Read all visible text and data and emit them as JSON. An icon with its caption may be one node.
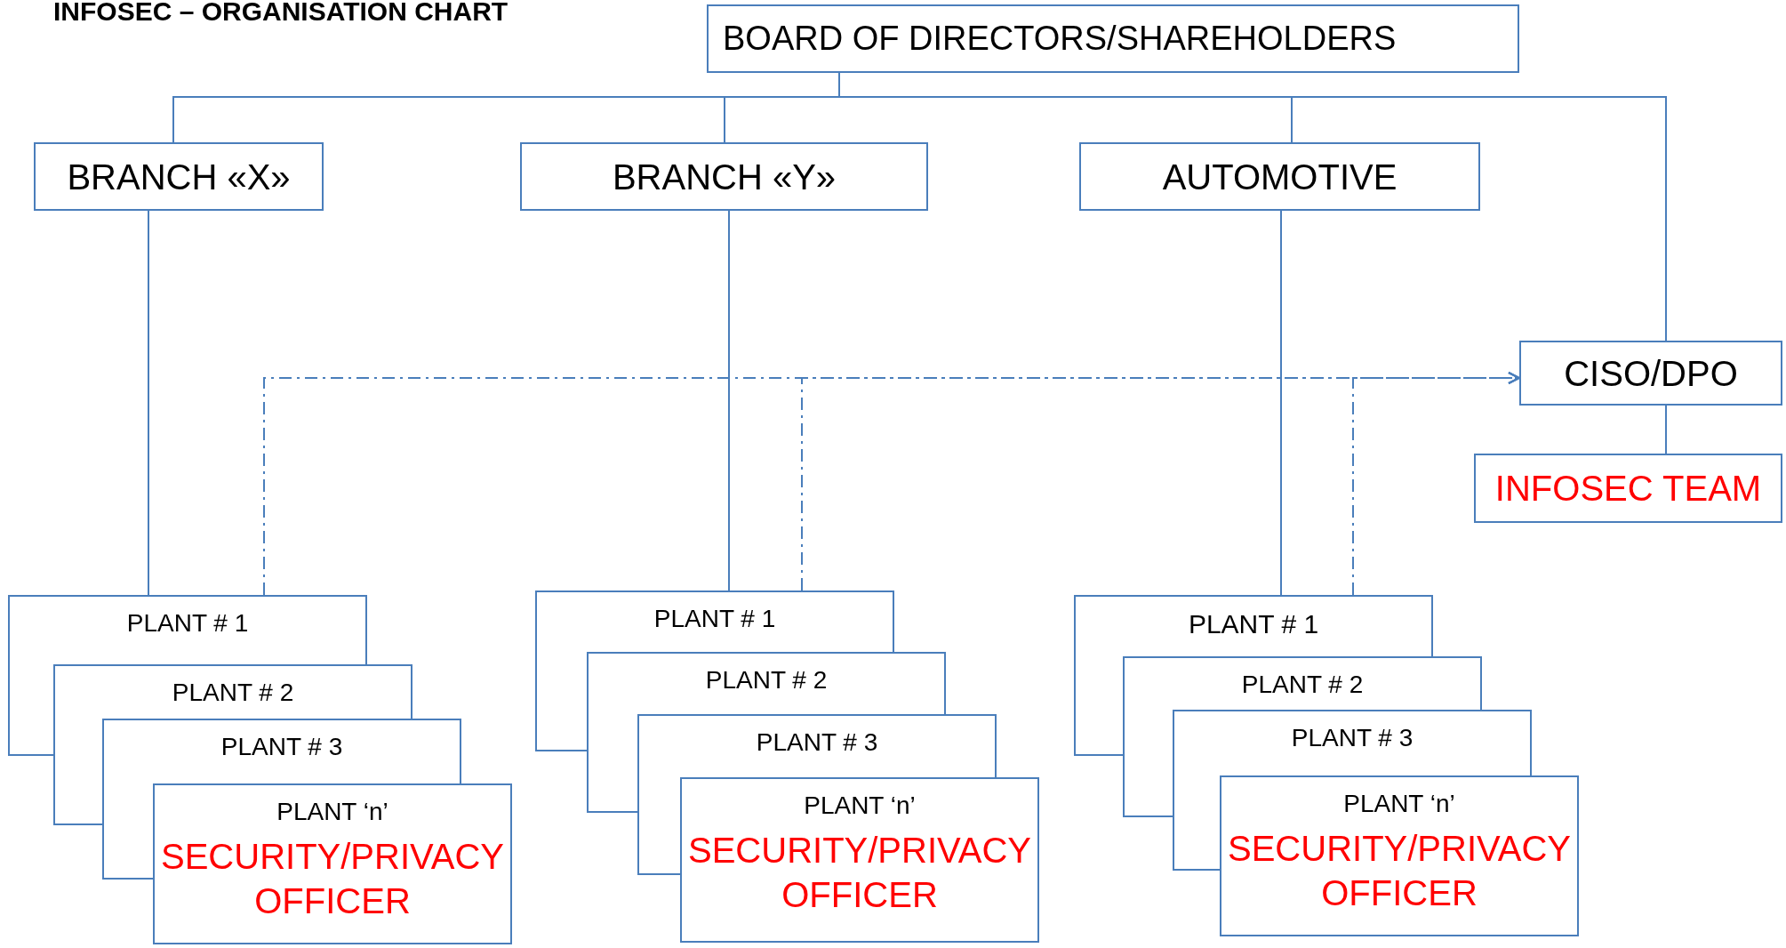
{
  "diagram": {
    "title": "INFOSEC – ORGANISATION CHART",
    "nodes": [
      {
        "text": [
          "BOARD OF DIRECTORS/SHAREHOLDERS"
        ]
      },
      {
        "text": [
          "BRANCH «X»"
        ]
      },
      {
        "text": [
          "BRANCH «Y»"
        ]
      },
      {
        "text": [
          "AUTOMOTIVE"
        ]
      },
      {
        "text": [
          "CISO/DPO"
        ]
      },
      {
        "text": [
          "INFOSEC TEAM"
        ]
      },
      {
        "text": [
          "PLANT # 1"
        ]
      },
      {
        "text": [
          "PLANT # 2"
        ]
      },
      {
        "text": [
          "PLANT # 3"
        ]
      },
      {
        "text": [
          "PLANT ‘n’",
          "SECURITY/PRIVACY OFFICER"
        ]
      },
      {
        "text": [
          "PLANT # 1"
        ]
      },
      {
        "text": [
          "PLANT # 2"
        ]
      },
      {
        "text": [
          "PLANT # 3"
        ]
      },
      {
        "text": [
          "PLANT ‘n’",
          "SECURITY/PRIVACY OFFICER"
        ]
      },
      {
        "text": [
          "PLANT # 1"
        ]
      },
      {
        "text": [
          "PLANT # 2"
        ]
      },
      {
        "text": [
          "PLANT # 3"
        ]
      },
      {
        "text": [
          "PLANT ‘n’",
          "SECURITY/PRIVACY OFFICER"
        ]
      }
    ],
    "edges": [
      {
        "from": 0,
        "to": 1,
        "arrow": "none"
      },
      {
        "from": 0,
        "to": 2,
        "arrow": "none"
      },
      {
        "from": 0,
        "to": 3,
        "arrow": "none"
      },
      {
        "from": 0,
        "to": 4,
        "arrow": "none"
      },
      {
        "from": 1,
        "to": 6,
        "arrow": "none"
      },
      {
        "from": 2,
        "to": 10,
        "arrow": "none"
      },
      {
        "from": 3,
        "to": 14,
        "arrow": "none"
      },
      {
        "from": 4,
        "to": 5,
        "arrow": "none"
      },
      {
        "from": 6,
        "to": 4,
        "arrow": "to",
        "style": "dashed"
      },
      {
        "from": 10,
        "to": 4,
        "arrow": "to",
        "style": "dashed"
      },
      {
        "from": 14,
        "to": 4,
        "arrow": "to",
        "style": "dashed"
      }
    ]
  }
}
